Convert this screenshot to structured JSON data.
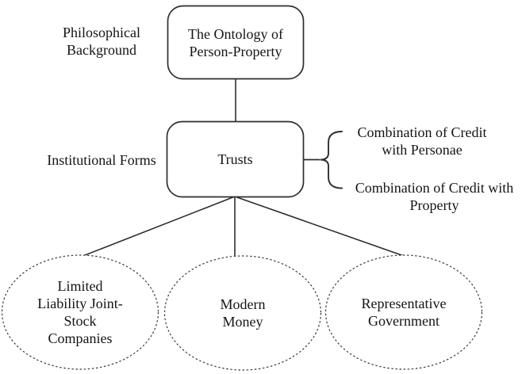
{
  "diagram": {
    "rows": {
      "philosophical": {
        "label": "Philosophical\nBackground",
        "box_text": "The Ontology of\nPerson-Property"
      },
      "institutional": {
        "label": "Institutional Forms",
        "box_text": "Trusts",
        "brace_items": [
          {
            "text": "Combination of Credit\nwith Personae"
          },
          {
            "text": "Combination of Credit with\nProperty"
          }
        ]
      },
      "outcomes": {
        "ellipses": [
          {
            "text": "Limited\nLiability Joint-\nStock\nCompanies"
          },
          {
            "text": "Modern\nMoney"
          },
          {
            "text": "Representative\nGovernment"
          }
        ]
      }
    },
    "colors": {
      "background": "#ffffff",
      "stroke": "#2e2e2e",
      "text": "#141414"
    }
  }
}
